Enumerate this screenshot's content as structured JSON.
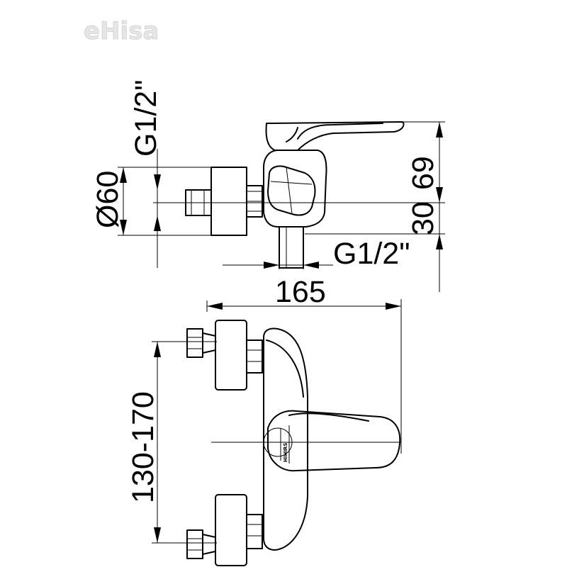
{
  "watermark": "eHisa",
  "side_view": {
    "inlet_thread": "G1/2\"",
    "diameter": "Ø60",
    "height_top": "69",
    "height_bottom": "30",
    "outlet_thread": "G1/2\""
  },
  "front_view": {
    "width": "165",
    "center_distance": "130-170",
    "brand_mark": "HIHIRS"
  }
}
